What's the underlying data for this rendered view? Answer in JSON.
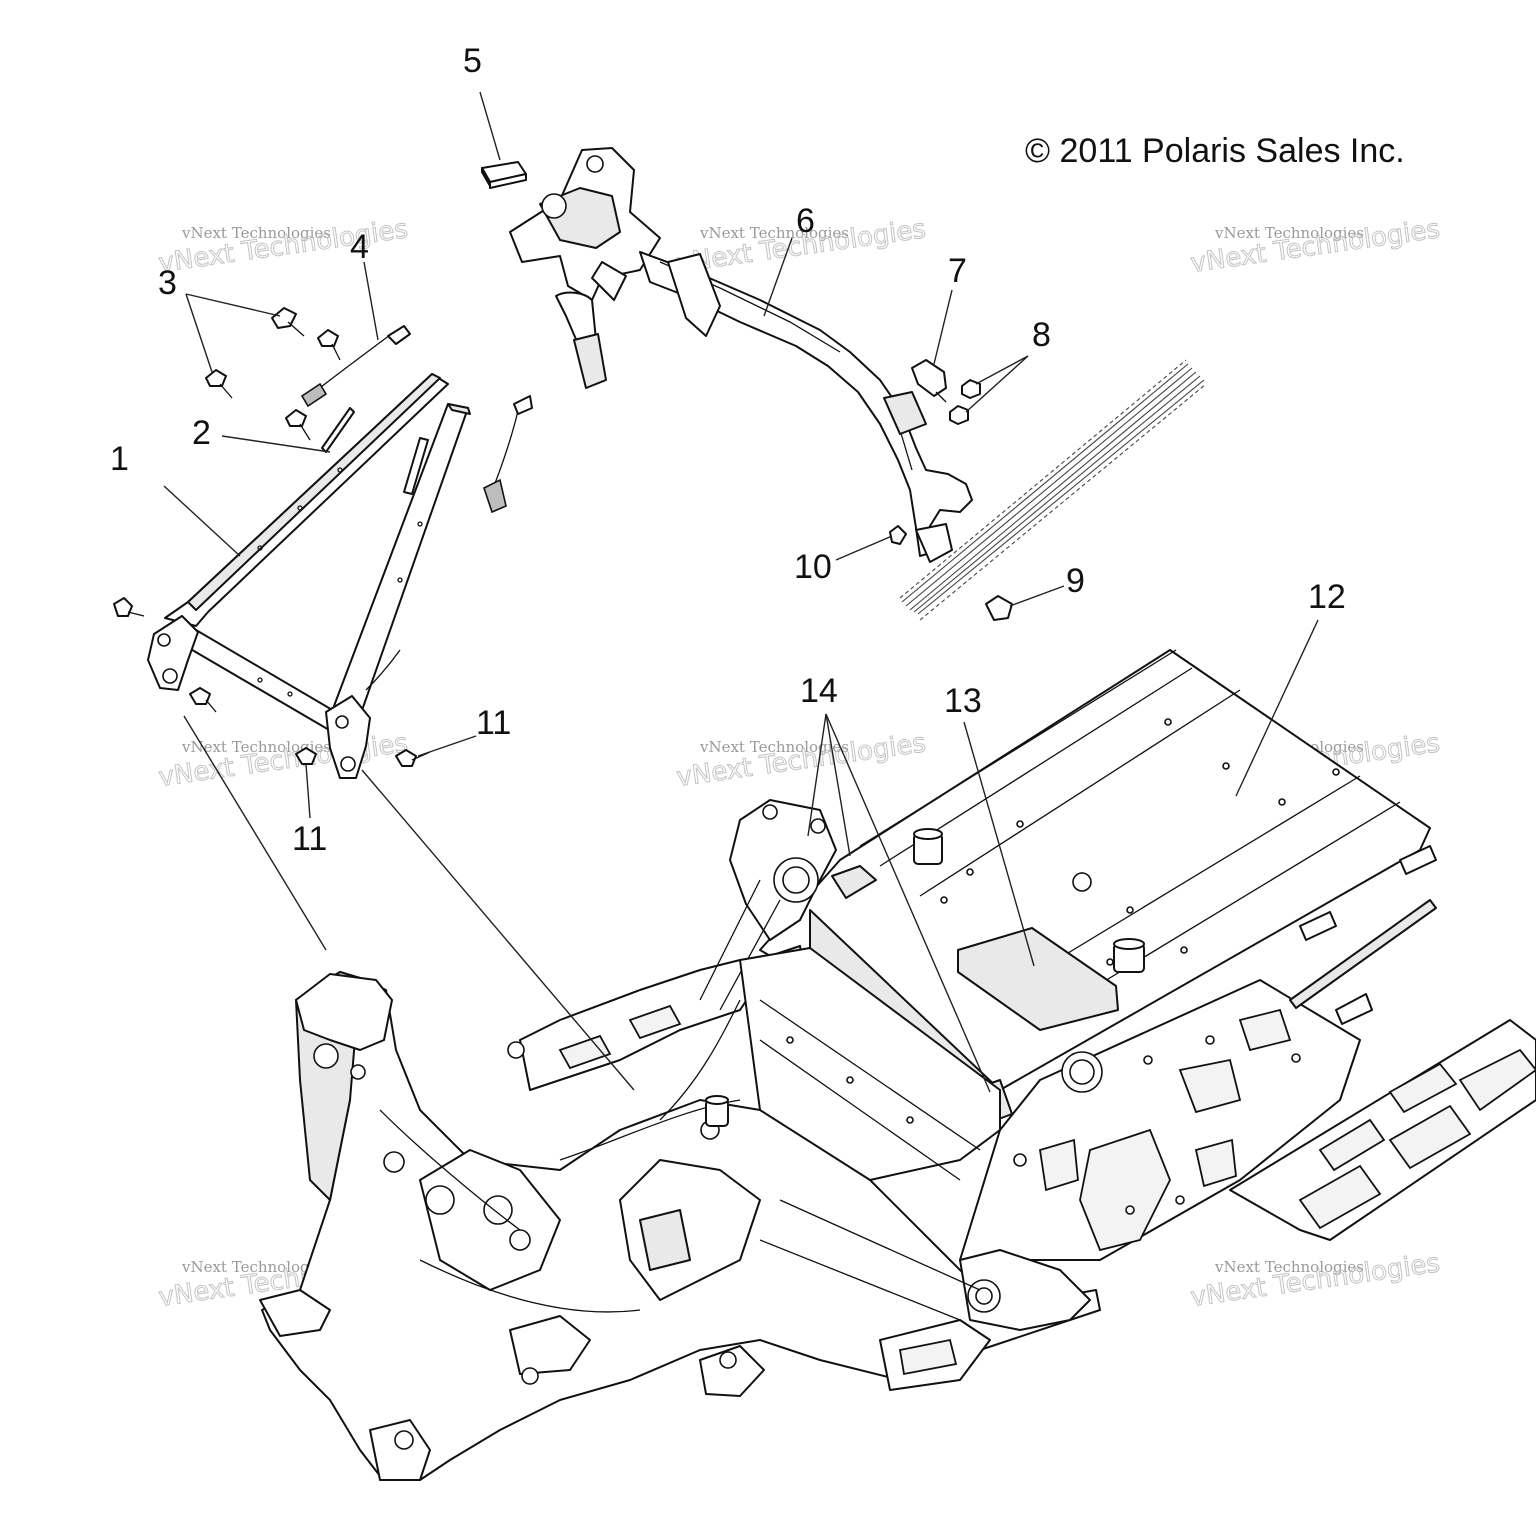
{
  "copyright": "© 2011 Polaris Sales Inc.",
  "watermark": {
    "line1": "vNext Technologies",
    "line2": "vNext Technologies"
  },
  "callouts": [
    {
      "id": "1",
      "label": "1"
    },
    {
      "id": "2",
      "label": "2"
    },
    {
      "id": "3",
      "label": "3"
    },
    {
      "id": "4",
      "label": "4"
    },
    {
      "id": "5",
      "label": "5"
    },
    {
      "id": "6",
      "label": "6"
    },
    {
      "id": "7",
      "label": "7"
    },
    {
      "id": "8",
      "label": "8"
    },
    {
      "id": "9",
      "label": "9"
    },
    {
      "id": "10",
      "label": "10"
    },
    {
      "id": "11a",
      "label": "11"
    },
    {
      "id": "11b",
      "label": "11"
    },
    {
      "id": "12",
      "label": "12"
    },
    {
      "id": "13",
      "label": "13"
    },
    {
      "id": "14",
      "label": "14"
    }
  ]
}
